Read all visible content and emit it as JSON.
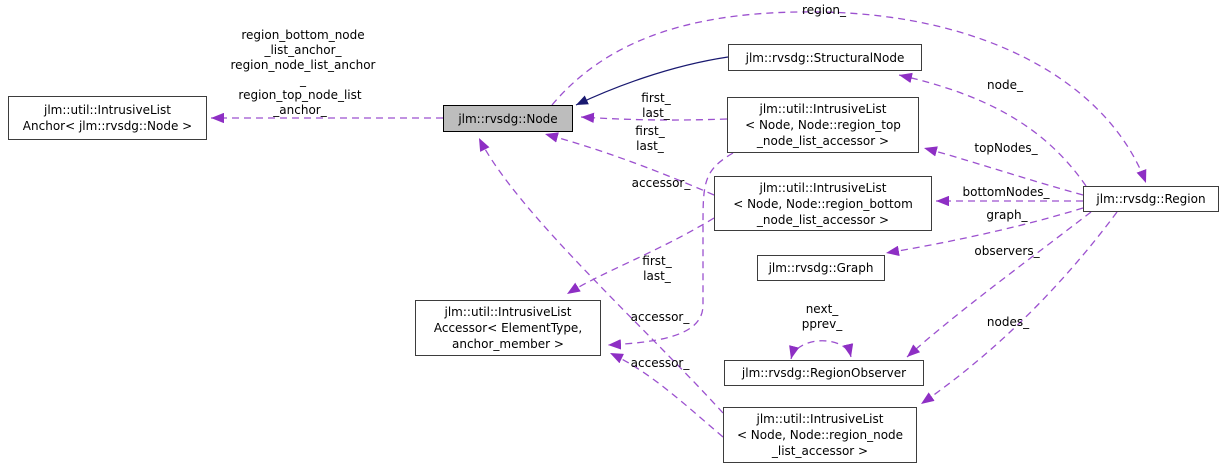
{
  "diagram_type": "doxygen-collaboration-graph",
  "colors": {
    "usage_edge": "#9c51cf",
    "usage_arrow": "#8e2fc4",
    "inheritance_edge": "#191970",
    "box_border": "#3d3d3d",
    "box_fill": "#ffffff",
    "highlight_fill": "#bdbdbd"
  },
  "nodes": [
    {
      "id": "intrusivelist-anchor",
      "lines": [
        "jlm::util::IntrusiveList",
        "Anchor< jlm::rvsdg::Node >"
      ]
    },
    {
      "id": "node",
      "highlight": true,
      "lines": [
        "jlm::rvsdg::Node"
      ]
    },
    {
      "id": "structural-node",
      "lines": [
        "jlm::rvsdg::StructuralNode"
      ]
    },
    {
      "id": "intrusivelist-region-top",
      "lines": [
        "jlm::util::IntrusiveList",
        "< Node, Node::region_top",
        "_node_list_accessor >"
      ]
    },
    {
      "id": "intrusivelist-region-bottom",
      "lines": [
        "jlm::util::IntrusiveList",
        "< Node, Node::region_bottom",
        "_node_list_accessor >"
      ]
    },
    {
      "id": "graph",
      "lines": [
        "jlm::rvsdg::Graph"
      ]
    },
    {
      "id": "region",
      "lines": [
        "jlm::rvsdg::Region"
      ]
    },
    {
      "id": "intrusivelist-accessor",
      "lines": [
        "jlm::util::IntrusiveList",
        "Accessor< ElementType,",
        "anchor_member >"
      ]
    },
    {
      "id": "region-observer",
      "lines": [
        "jlm::rvsdg::RegionObserver"
      ]
    },
    {
      "id": "intrusivelist-region-node",
      "lines": [
        "jlm::util::IntrusiveList",
        "< Node, Node::region_node",
        "_list_accessor >"
      ]
    }
  ],
  "edge_labels": [
    {
      "id": "anchor-members-1",
      "lines": [
        "region_bottom_node",
        "_list_anchor_",
        "region_node_list_anchor",
        "_"
      ]
    },
    {
      "id": "anchor-members-2",
      "lines": [
        "region_top_node_list",
        "_anchor_"
      ]
    },
    {
      "id": "region",
      "lines": [
        "region_"
      ]
    },
    {
      "id": "first-last-1",
      "lines": [
        "first_",
        "last_"
      ]
    },
    {
      "id": "first-last-2",
      "lines": [
        "first_",
        "last_"
      ]
    },
    {
      "id": "accessor-1",
      "lines": [
        "accessor_"
      ]
    },
    {
      "id": "node",
      "lines": [
        "node_"
      ]
    },
    {
      "id": "topnodes",
      "lines": [
        "topNodes_"
      ]
    },
    {
      "id": "bottomnodes",
      "lines": [
        "bottomNodes_"
      ]
    },
    {
      "id": "graph",
      "lines": [
        "graph_"
      ]
    },
    {
      "id": "observers",
      "lines": [
        "observers_"
      ]
    },
    {
      "id": "first-last-3",
      "lines": [
        "first_",
        "last_"
      ]
    },
    {
      "id": "next-pprev",
      "lines": [
        "next_",
        "pprev_"
      ]
    },
    {
      "id": "accessor-2",
      "lines": [
        "accessor_"
      ]
    },
    {
      "id": "nodes",
      "lines": [
        "nodes_"
      ]
    },
    {
      "id": "accessor-3",
      "lines": [
        "accessor_"
      ]
    }
  ]
}
